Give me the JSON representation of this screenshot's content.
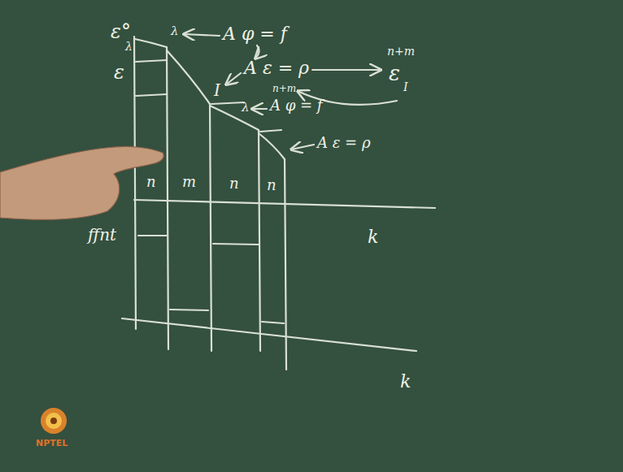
{
  "diagram": {
    "labels": [
      "ε°",
      "λ",
      "λ",
      "A φ = f",
      "ε",
      "A ε = ρ",
      "n+m",
      "ε",
      "I",
      "I",
      "n+m",
      "A φ = f",
      "λ",
      "A ε = ρ",
      "n",
      "m",
      "n",
      "n",
      "ffnt",
      "k",
      "k",
      "NPTEL"
    ]
  }
}
